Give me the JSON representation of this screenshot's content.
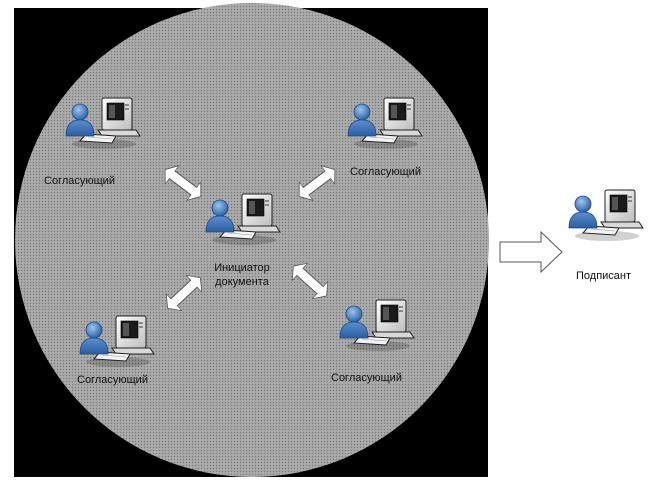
{
  "labels": {
    "approver_top_left": "Согласующий",
    "approver_top_right": "Согласующий",
    "approver_bottom_left": "Согласующий",
    "approver_bottom_right": "Согласующий",
    "initiator_line1": "Инициатор",
    "initiator_line2": "документа",
    "signer": "Подписант"
  },
  "icons": {
    "user": "user-icon",
    "computer": "computer-icon",
    "arrow": "double-arrow-icon",
    "flow_arrow": "outline-arrow-icon"
  },
  "colors": {
    "background_square": "#000000",
    "circle_fill": "#9c9c9c",
    "user_body": "#3b73b9",
    "arrow_fill": "#ffffff"
  }
}
